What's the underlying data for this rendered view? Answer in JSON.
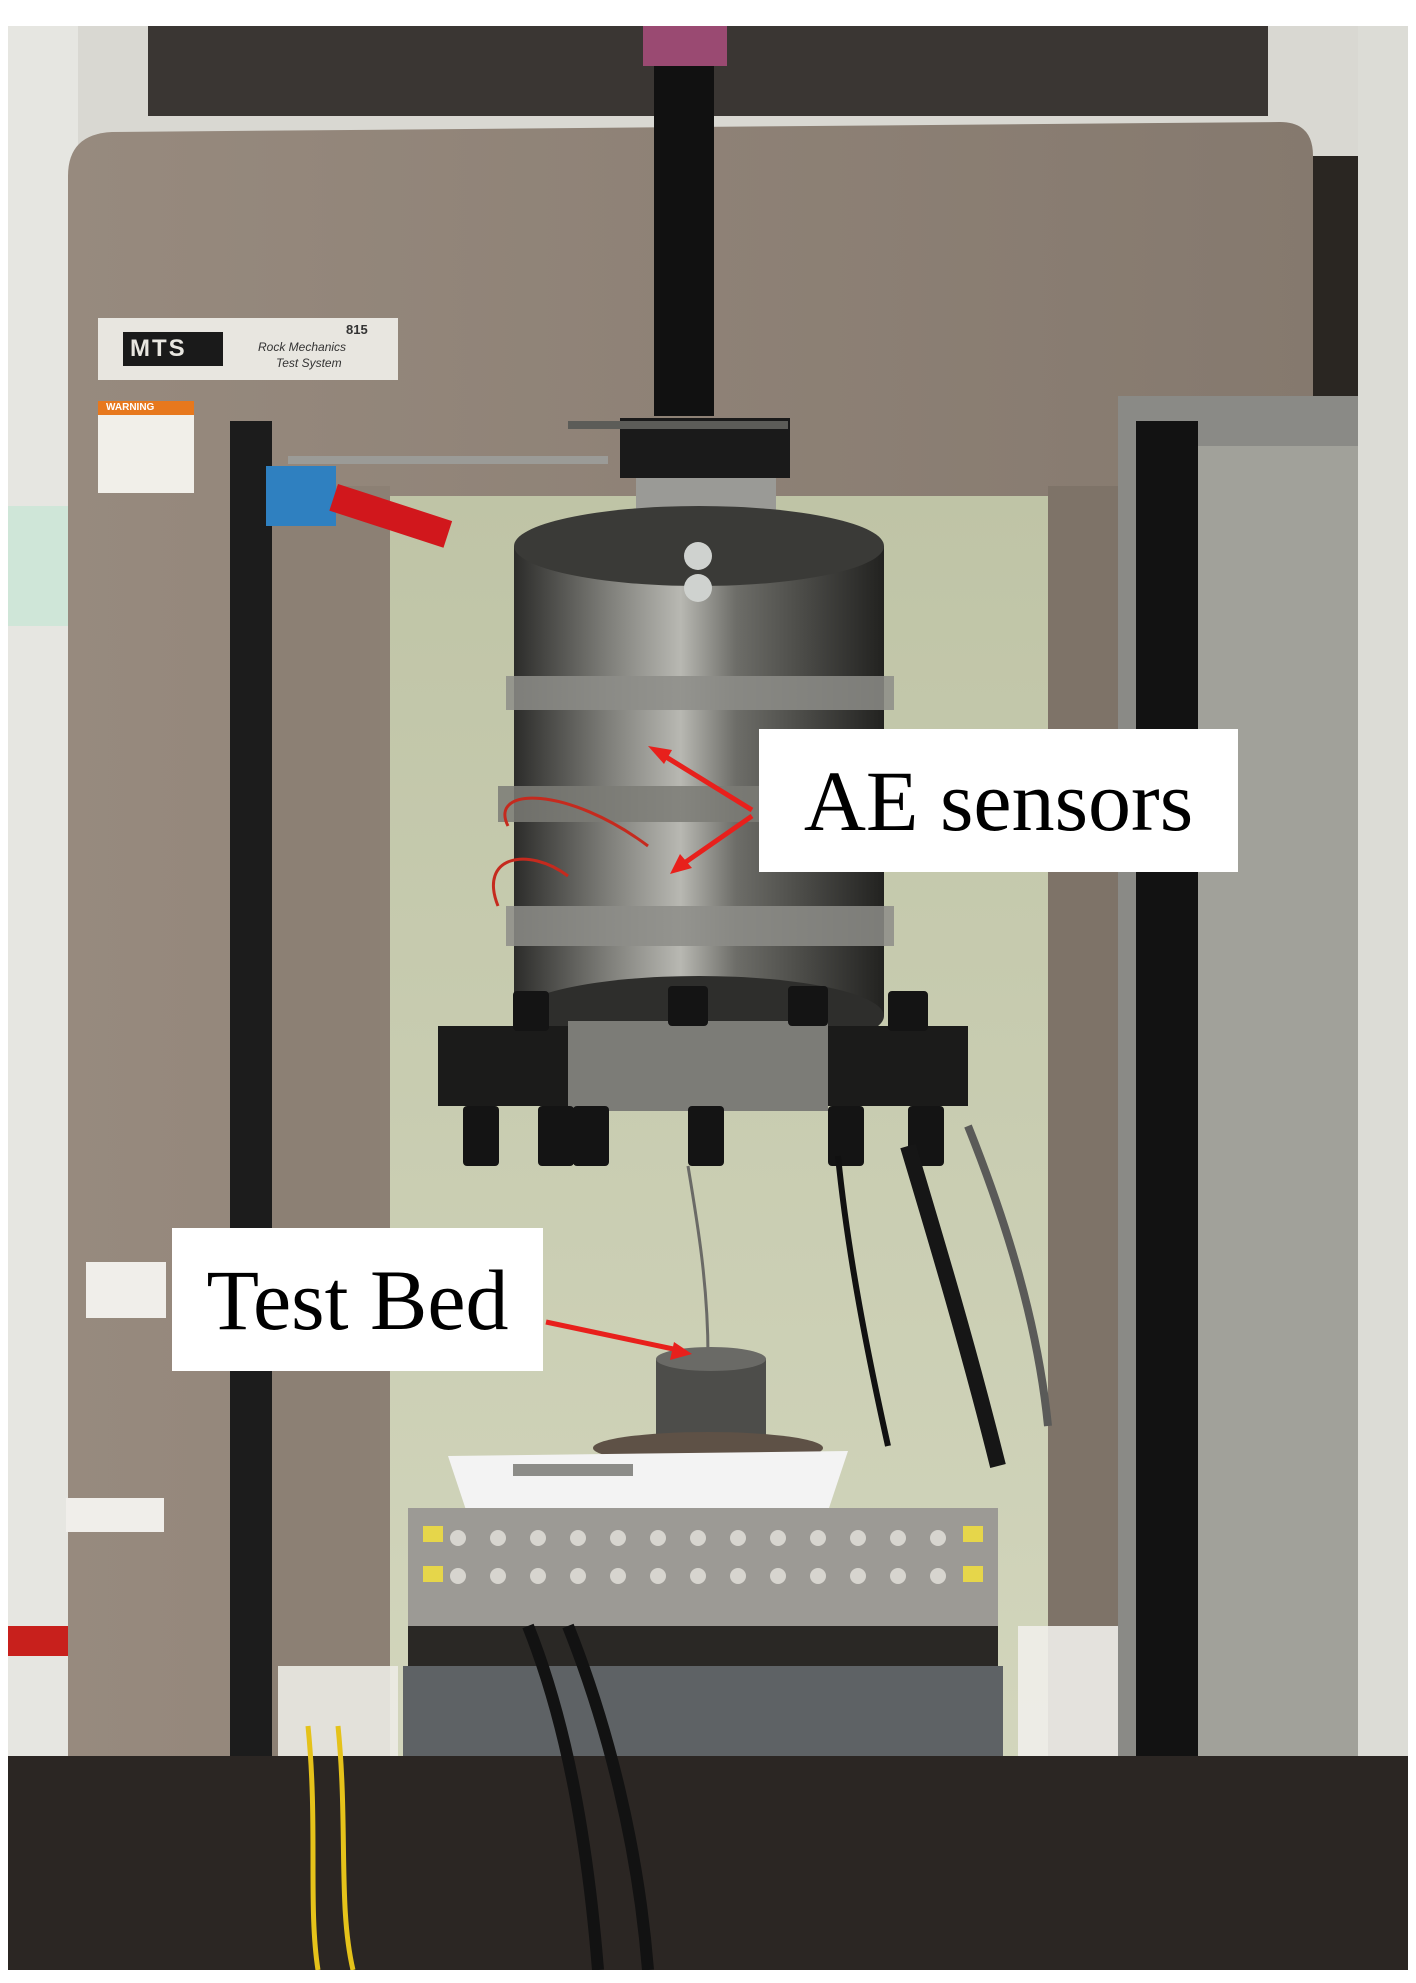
{
  "photo": {
    "subject": "MTS 815 Rock Mechanics Test System",
    "nameplate": {
      "logo": "MTS",
      "model": "815",
      "line1": "Rock Mechanics",
      "line2": "Test System"
    },
    "warning_sticker": "WARNING"
  },
  "annotations": {
    "ae_sensors": "AE sensors",
    "test_bed": "Test Bed"
  },
  "colors": {
    "frame": "#8f8276",
    "frame_dark": "#6f655c",
    "background_wall": "#c5c9ad",
    "steel": "#6a6a66",
    "arrow": "#e8201c",
    "label_bg": "#ffffff",
    "label_text": "#000000"
  }
}
